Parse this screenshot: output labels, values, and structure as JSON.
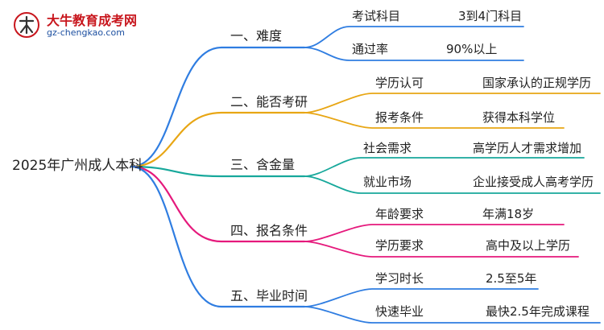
{
  "logo": {
    "title": "大牛教育成考网",
    "url": "gz-chengkao.com"
  },
  "root": "2025年广州成人本科",
  "branches": [
    {
      "label": "一、难度",
      "color": "#2f7de1",
      "children": [
        {
          "key": "考试科目",
          "value": "3到4门科目"
        },
        {
          "key": "通过率",
          "value": "90%以上"
        }
      ]
    },
    {
      "label": "二、能否考研",
      "color": "#e8a614",
      "children": [
        {
          "key": "学历认可",
          "value": "国家承认的正规学历"
        },
        {
          "key": "报考条件",
          "value": "获得本科学位"
        }
      ]
    },
    {
      "label": "三、含金量",
      "color": "#17a89b",
      "children": [
        {
          "key": "社会需求",
          "value": "高学历人才需求增加"
        },
        {
          "key": "就业市场",
          "value": "企业接受成人高考学历"
        }
      ]
    },
    {
      "label": "四、报名条件",
      "color": "#e5197c",
      "children": [
        {
          "key": "年龄要求",
          "value": "年满18岁"
        },
        {
          "key": "学历要求",
          "value": "高中及以上学历"
        }
      ]
    },
    {
      "label": "五、毕业时间",
      "color": "#2f7de1",
      "children": [
        {
          "key": "学习时长",
          "value": "2.5至5年"
        },
        {
          "key": "快速毕业",
          "value": "最快2.5年完成课程"
        }
      ]
    }
  ]
}
